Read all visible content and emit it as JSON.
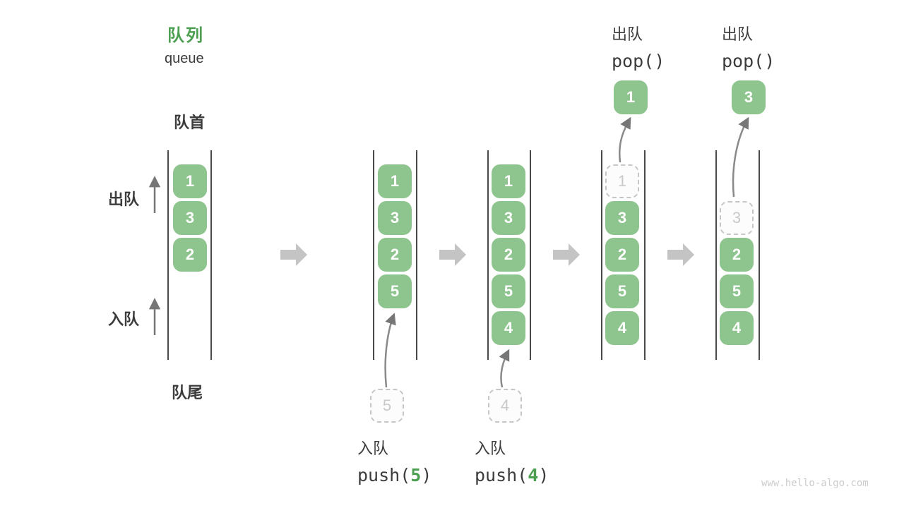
{
  "title": {
    "zh": "队列",
    "en": "queue"
  },
  "labels": {
    "front": "队首",
    "rear": "队尾",
    "dequeue_direction": "出队",
    "enqueue_direction": "入队"
  },
  "icons": {
    "step_arrow": "block-arrow-right",
    "direction_arrow": "thin-arrow-up",
    "transfer_arrow": "curved-arrow"
  },
  "colors": {
    "box_green": "#8ec48d",
    "accent_green": "#4c9f50",
    "text_dark": "#3c3c3c",
    "block_arrow_gray": "#c4c4c4",
    "thin_arrow_gray": "#767676",
    "dashed_gray": "#c6c6c6"
  },
  "columns": [
    {
      "slots": [
        {
          "v": "1"
        },
        {
          "v": "3"
        },
        {
          "v": "2"
        }
      ]
    },
    {
      "slots": [
        {
          "v": "1"
        },
        {
          "v": "3"
        },
        {
          "v": "2"
        },
        {
          "v": "5"
        }
      ],
      "pending": "5",
      "op": {
        "zh": "入队",
        "fn": "push(",
        "arg": "5",
        "close": ")"
      }
    },
    {
      "slots": [
        {
          "v": "1"
        },
        {
          "v": "3"
        },
        {
          "v": "2"
        },
        {
          "v": "5"
        },
        {
          "v": "4"
        }
      ],
      "pending": "4",
      "op": {
        "zh": "入队",
        "fn": "push(",
        "arg": "4",
        "close": ")"
      }
    },
    {
      "slots": [
        {
          "v": "1",
          "dashed": true
        },
        {
          "v": "3"
        },
        {
          "v": "2"
        },
        {
          "v": "5"
        },
        {
          "v": "4"
        }
      ],
      "popped": "1",
      "op": {
        "zh": "出队",
        "fn": "pop()"
      }
    },
    {
      "slots": [
        {
          "v": "3",
          "dashed": true
        },
        {
          "v": "2"
        },
        {
          "v": "5"
        },
        {
          "v": "4"
        }
      ],
      "popped": "3",
      "op": {
        "zh": "出队",
        "fn": "pop()"
      }
    }
  ],
  "watermark": "www.hello-algo.com"
}
